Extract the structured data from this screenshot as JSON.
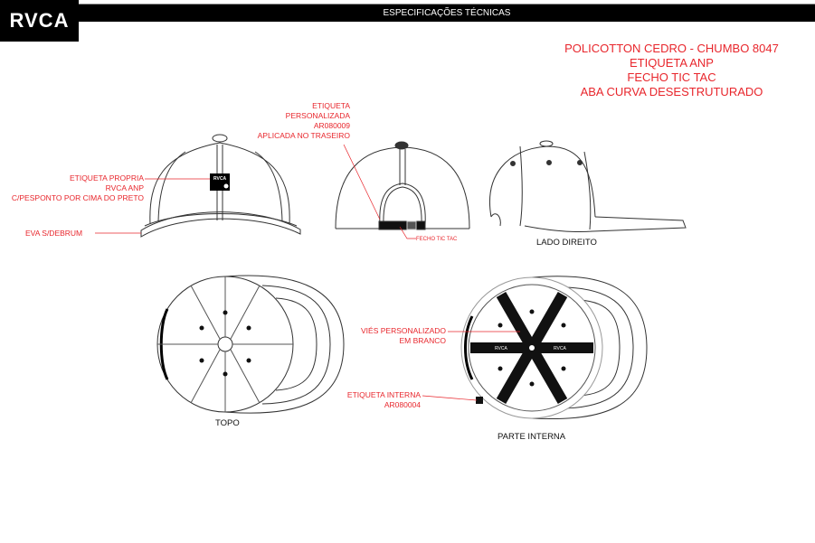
{
  "header": {
    "logo": "RVCA",
    "title": "ESPECIFICAÇÕES TÉCNICAS"
  },
  "specs": [
    "POLICOTTON CEDRO - CHUMBO 8047",
    "ETIQUETA ANP",
    "FECHO TIC TAC",
    "ABA CURVA DESESTRUTURADO"
  ],
  "front": {
    "label_lines": [
      "ETIQUETA PROPRIA",
      "RVCA ANP",
      "C/PESPONTO POR CIMA DO PRETO"
    ],
    "brim_label": "EVA S/DEBRUM",
    "patch_text": "RVCA"
  },
  "back": {
    "label_lines": [
      "ETIQUETA",
      "PERSONALIZADA",
      "AR080009",
      "APLICADA NO TRASEIRO"
    ],
    "closure_label": "FECHO TIC TAC"
  },
  "side": {
    "caption": "LADO DIREITO"
  },
  "top": {
    "caption": "TOPO"
  },
  "inside": {
    "caption": "PARTE INTERNA",
    "tape_label_lines": [
      "VIÉS PERSONALIZADO",
      "EM BRANCO"
    ],
    "inner_label_lines": [
      "ETIQUETA INTERNA",
      "AR080004"
    ],
    "tape_text": "RVCA"
  },
  "colors": {
    "accent": "#e8262c",
    "ink": "#000000"
  }
}
